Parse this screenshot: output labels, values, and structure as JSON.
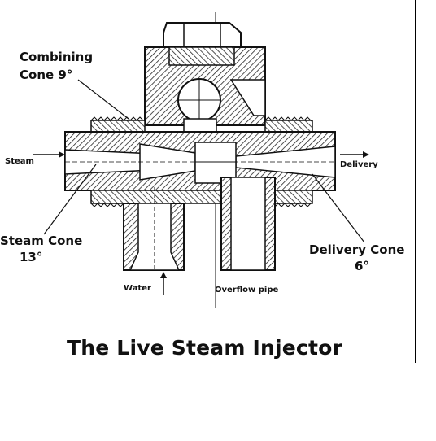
{
  "labels": {
    "combining_cone_line1": "Combining",
    "combining_cone_line2": "Cone 9°",
    "steam": "Steam",
    "delivery": "Delivery",
    "steam_cone_line1": "Steam Cone",
    "steam_cone_line2": "13°",
    "delivery_cone_line1": "Delivery Cone",
    "delivery_cone_line2": "6°",
    "water": "Water",
    "overflow_pipe": "Overflow pipe"
  },
  "title": "The  Live Steam Injector",
  "colors": {
    "ink": "#111111",
    "hatch": "#222222",
    "background": "#ffffff"
  }
}
